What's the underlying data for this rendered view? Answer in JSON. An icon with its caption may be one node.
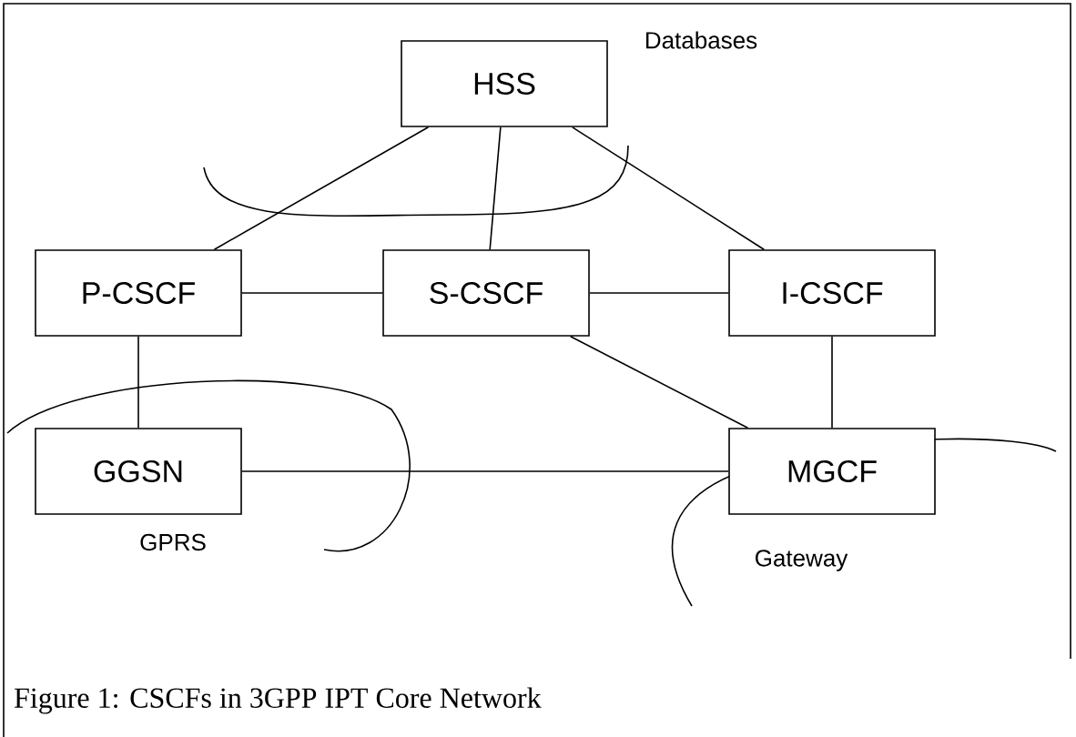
{
  "diagram": {
    "caption": "Figure 1: CSCFs in 3GPP IPT Core Network",
    "nodes": [
      {
        "text": [
          "HSS"
        ]
      },
      {
        "text": [
          "P-CSCF"
        ]
      },
      {
        "text": [
          "S-CSCF"
        ]
      },
      {
        "text": [
          "I-CSCF"
        ]
      },
      {
        "text": [
          "GGSN"
        ]
      },
      {
        "text": [
          "MGCF"
        ]
      }
    ],
    "edges": [
      {
        "from": 0,
        "to": 1,
        "arrow": "none"
      },
      {
        "from": 0,
        "to": 2,
        "arrow": "none"
      },
      {
        "from": 0,
        "to": 3,
        "arrow": "none"
      },
      {
        "from": 1,
        "to": 2,
        "arrow": "none"
      },
      {
        "from": 2,
        "to": 3,
        "arrow": "none"
      },
      {
        "from": 1,
        "to": 4,
        "arrow": "none"
      },
      {
        "from": 2,
        "to": 5,
        "arrow": "none"
      },
      {
        "from": 3,
        "to": 5,
        "arrow": "none"
      },
      {
        "from": 4,
        "to": 5,
        "arrow": "none"
      }
    ],
    "labels": [
      "Databases",
      "GPRS",
      "Gateway"
    ]
  }
}
